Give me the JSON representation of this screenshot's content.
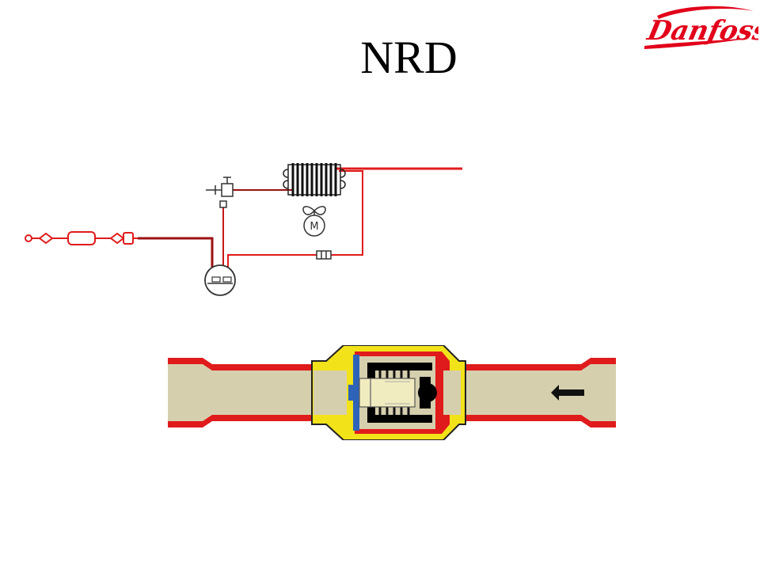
{
  "slide": {
    "title": "NRD",
    "brand": "Danfoss"
  },
  "schematic": {
    "fan_motor_label": "M"
  },
  "valve": {
    "flow_direction": "right-to-left"
  },
  "colors": {
    "pipe_red": "#e01b1b",
    "dark_red_line": "#9a1010",
    "fluid_beige": "#d6cfae",
    "valve_body_yellow": "#f2e21a",
    "seat_blue": "#2e63b8",
    "brand_red": "#e2001a"
  }
}
